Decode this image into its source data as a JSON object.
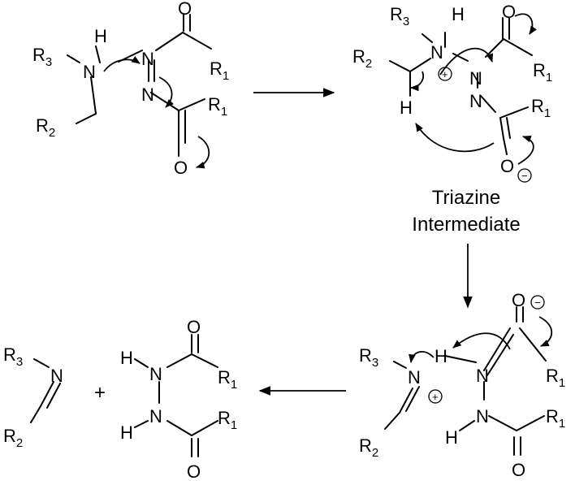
{
  "atoms": {
    "n": "N",
    "o": "O",
    "h": "H",
    "r": "R",
    "r1_sub": "1",
    "r2_sub": "2",
    "r3_sub": "3"
  },
  "charges": {
    "plus": "+",
    "minus": "−"
  },
  "plus_sign": "+",
  "intermediate_label": {
    "line1": "Triazine",
    "line2": "Intermediate"
  },
  "colors": {
    "ink": "#000000",
    "background": "#ffffff"
  }
}
